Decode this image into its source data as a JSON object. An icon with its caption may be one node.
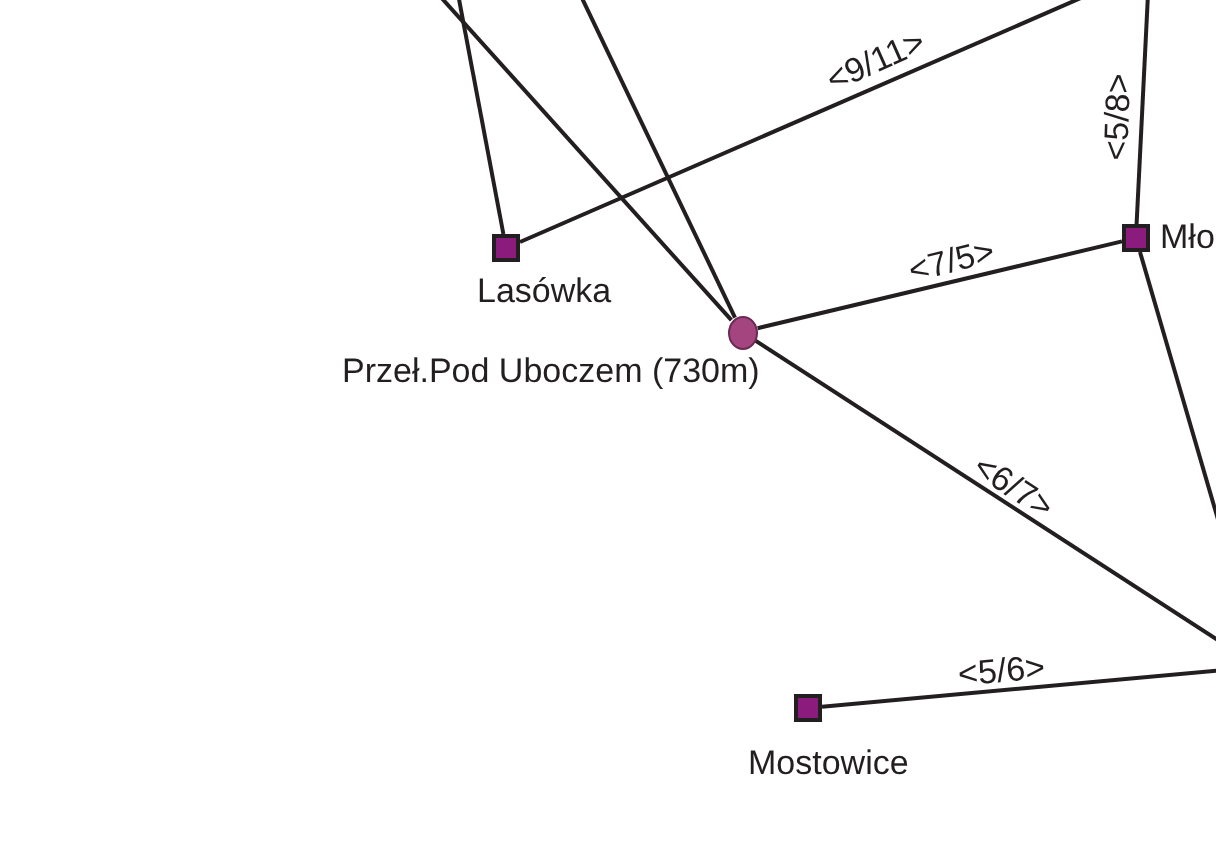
{
  "diagram": {
    "nodes": [
      {
        "text": [
          "Lasówka"
        ]
      },
      {
        "text": [
          "Przeł.Pod Uboczem (730m)"
        ]
      },
      {
        "text": [
          "Mło"
        ]
      },
      {
        "text": [
          "Mostowice"
        ]
      }
    ],
    "edges": [
      {
        "from": 0,
        "to": null,
        "arrow": "none",
        "label": "<9/11>"
      },
      {
        "from": 0,
        "to": null,
        "arrow": "none"
      },
      {
        "from": 1,
        "to": null,
        "arrow": "none"
      },
      {
        "from": 1,
        "to": null,
        "arrow": "none"
      },
      {
        "from": 1,
        "to": 2,
        "arrow": "none",
        "label": "<7/5>"
      },
      {
        "from": 2,
        "to": null,
        "arrow": "none",
        "label": "<5/8>"
      },
      {
        "from": 2,
        "to": null,
        "arrow": "none"
      },
      {
        "from": 1,
        "to": null,
        "arrow": "none",
        "label": "<6/7>"
      },
      {
        "from": 3,
        "to": null,
        "arrow": "none",
        "label": "<5/6>"
      }
    ]
  }
}
